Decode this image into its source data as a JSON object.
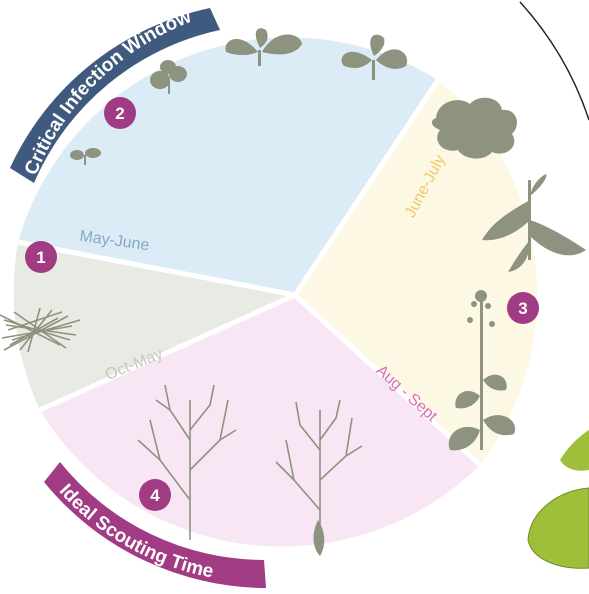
{
  "banners": {
    "critical": "Critical Infection Window",
    "scouting": "Ideal Scouting Time"
  },
  "segments": [
    {
      "number": "1",
      "period": "Oct-May"
    },
    {
      "number": "2",
      "period": "May-June"
    },
    {
      "number": "3",
      "period": "June-July"
    },
    {
      "number": "4",
      "period": "Aug - Sept"
    }
  ],
  "colors": {
    "seg1_fill": "#e8ebe3",
    "seg2_fill": "#dcecf7",
    "seg3_fill": "#fdf8e3",
    "seg4_fill": "#f9e6f5",
    "critical_banner": "#3f5a7e",
    "scouting_banner": "#a13b83",
    "badge": "#a13b83",
    "plant": "#8d937e",
    "leaf_green": "#9fbf3b"
  }
}
